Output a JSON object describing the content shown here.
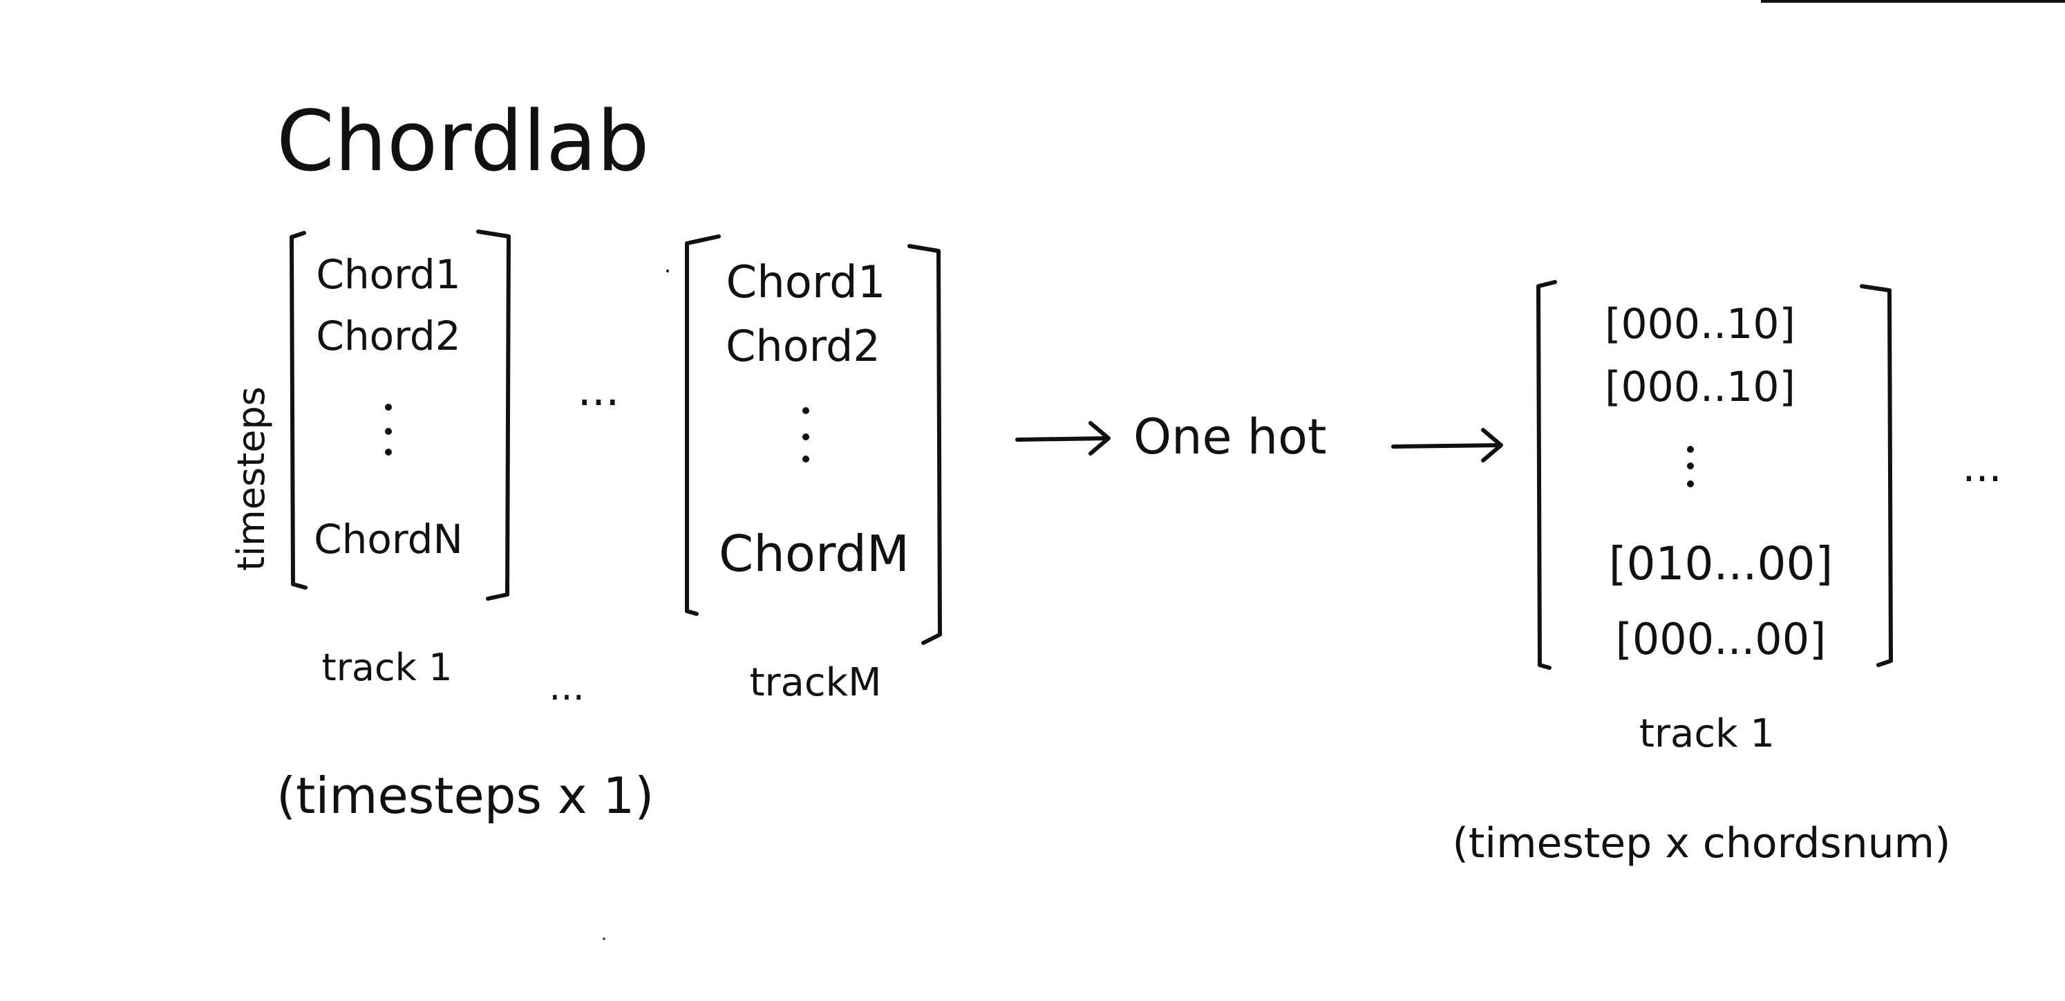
{
  "title": "Chordlab",
  "input_axis_label": "timesteps",
  "input_tracks": [
    {
      "label": "track 1",
      "rows": [
        "Chord1",
        "Chord2",
        "ChordN"
      ]
    },
    {
      "label": "trackM",
      "rows": [
        "Chord1",
        "Chord2",
        "ChordM"
      ]
    }
  ],
  "between_tracks_ellipsis": "...",
  "between_labels_ellipsis": "...",
  "input_shape": "(timesteps x 1)",
  "transform_label": "One hot",
  "output_track": {
    "label": "track 1",
    "rows": [
      "[000..10]",
      "[000..10]",
      "[010...00]",
      "[000...00]"
    ]
  },
  "output_trailing_ellipsis": "...",
  "output_shape": "(timestep x chordsnum)",
  "ink_color": "#111111",
  "background_color": "#ffffff"
}
